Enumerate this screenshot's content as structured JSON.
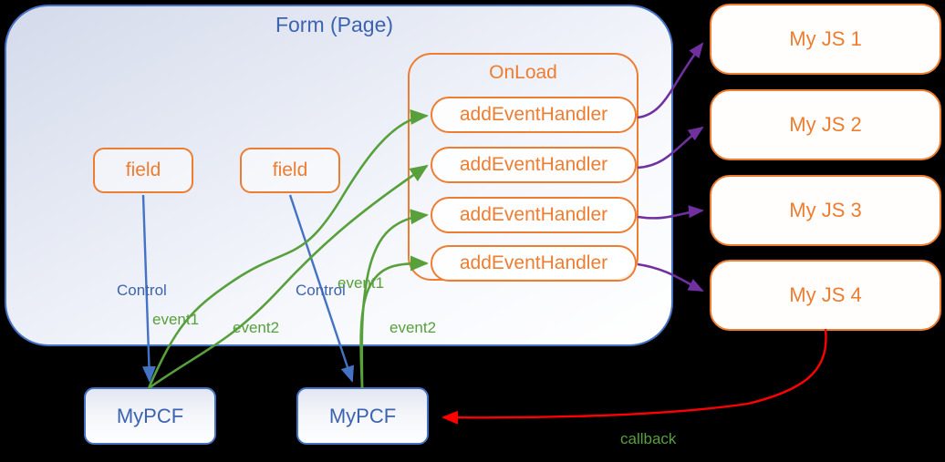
{
  "diagram": {
    "form": {
      "title": "Form (Page)"
    },
    "fields": [
      {
        "label": "field"
      },
      {
        "label": "field"
      }
    ],
    "onload": {
      "title": "OnLoad",
      "handlers": [
        "addEventHandler",
        "addEventHandler",
        "addEventHandler",
        "addEventHandler"
      ]
    },
    "js_modules": [
      "My JS 1",
      "My JS 2",
      "My JS 3",
      "My JS 4"
    ],
    "pcf_controls": [
      "MyPCF",
      "MyPCF"
    ],
    "edge_labels": {
      "control_left": "Control",
      "control_right": "Control",
      "event1_left": "event1",
      "event2_left": "event2",
      "event1_right": "event1",
      "event2_right": "event2",
      "callback": "callback"
    },
    "colors": {
      "orange": "#ED7D31",
      "blue": "#4472C4",
      "blue_text": "#3C63B0",
      "green": "#57A03C",
      "purple": "#7030A0",
      "red": "#FF0000"
    }
  }
}
